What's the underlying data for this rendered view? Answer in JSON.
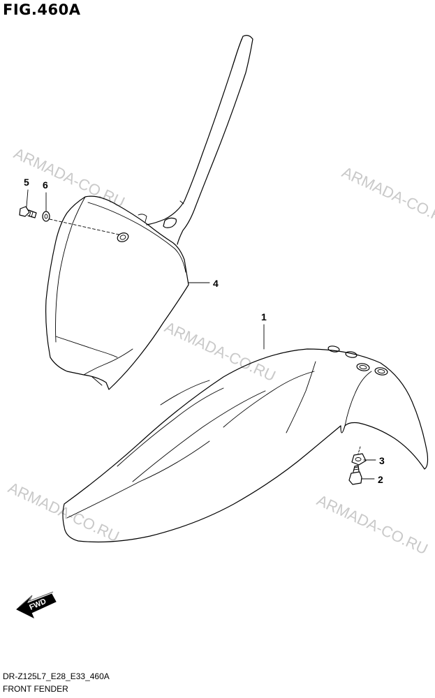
{
  "header": {
    "figure_label": "FIG.460A"
  },
  "footer": {
    "diagram_code": "DR-Z125L7_E28_E33_460A",
    "section_name": "FRONT FENDER"
  },
  "watermark": {
    "text": "ARMADA-CO.RU",
    "color": "#c9c9c9"
  },
  "callouts": [
    {
      "id": "part-1",
      "number": "1"
    },
    {
      "id": "part-2",
      "number": "2"
    },
    {
      "id": "part-3",
      "number": "3"
    },
    {
      "id": "part-4",
      "number": "4"
    },
    {
      "id": "part-5",
      "number": "5"
    },
    {
      "id": "part-6",
      "number": "6"
    }
  ],
  "direction_badge": {
    "label": "FWD",
    "icon": "fwd-arrow-icon"
  }
}
